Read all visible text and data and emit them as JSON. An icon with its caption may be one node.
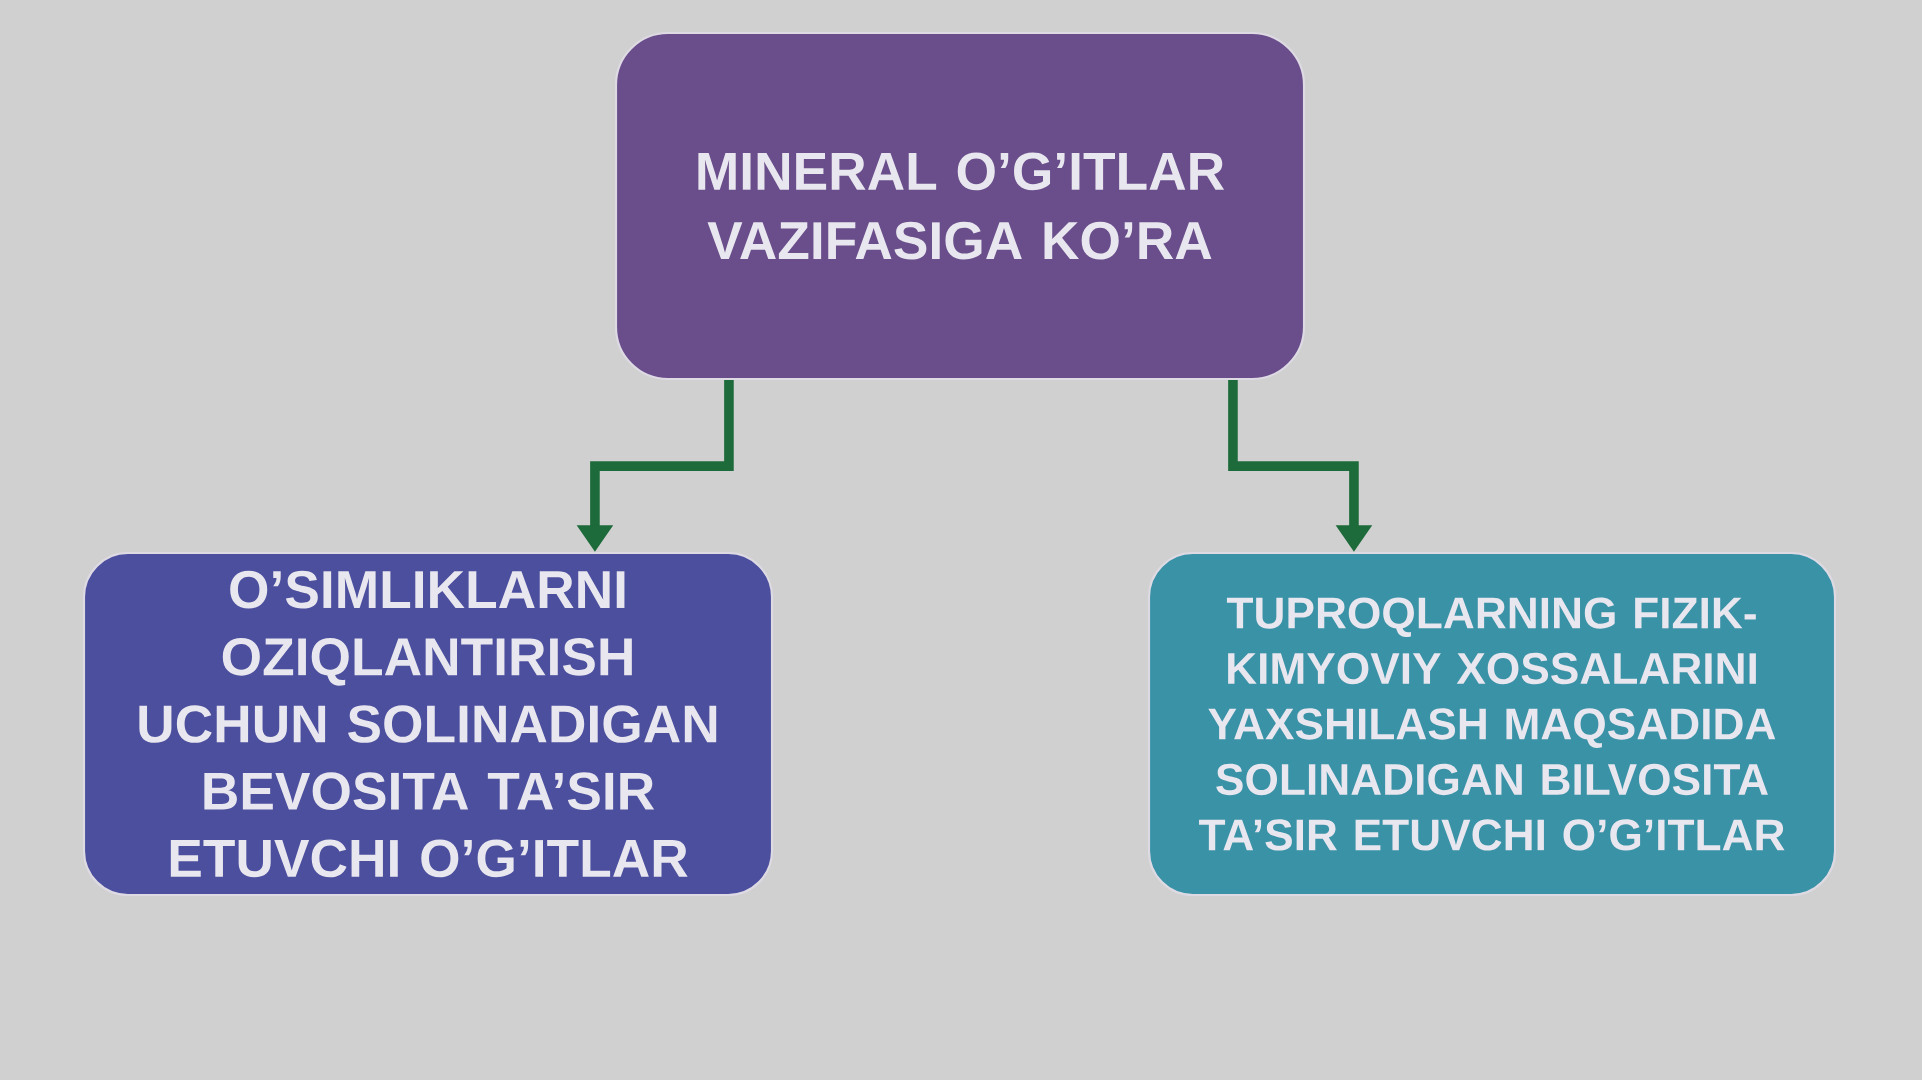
{
  "diagram": {
    "nodes": [
      {
        "text": [
          "MINERAL O’G’ITLAR VAZIFASIGA KO’RA"
        ]
      },
      {
        "text": [
          "O’SIMLIKLARNI OZIQLANTIRISH UCHUN SOLINADIGAN BEVOSITA TA’SIR ETUVCHI O’G’ITLAR"
        ]
      },
      {
        "text": [
          "TUPROQLARNING FIZIK-KIMYOVIY XOSSALARINI YAXSHILASH MAQSADIDA SOLINADIGAN BILVOSITA TA’SIR ETUVCHI O’G’ITLAR"
        ]
      }
    ],
    "edges": [
      {
        "from": 0,
        "to": 1,
        "arrow": "to"
      },
      {
        "from": 0,
        "to": 2,
        "arrow": "to"
      }
    ]
  }
}
